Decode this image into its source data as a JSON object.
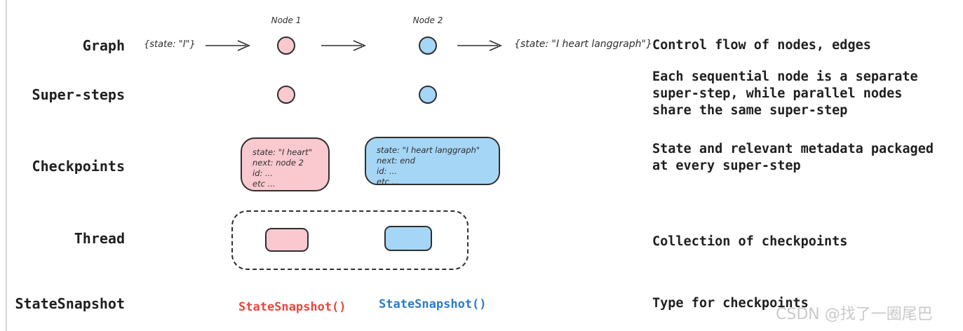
{
  "graph_row": {
    "label": "Graph",
    "input_state": "{state: \"I\"}",
    "node1_label": "Node 1",
    "node2_label": "Node 2",
    "output_state": "{state: \"I heart langgraph\"}",
    "description": "Control flow of nodes, edges"
  },
  "supersteps_row": {
    "label": "Super-steps",
    "description_lines": [
      "Each sequential node is a separate",
      "super-step, while parallel nodes",
      "share the same super-step"
    ]
  },
  "checkpoints_row": {
    "label": "Checkpoints",
    "pink_box_lines": [
      "state: \"I heart\"",
      "next: node 2",
      "id: ...",
      "etc ..."
    ],
    "blue_box_lines": [
      "state: \"I heart langgraph\"",
      "next: end",
      "id: ...",
      "etc ..."
    ],
    "description_lines": [
      "State and relevant metadata packaged",
      "at every super-step"
    ]
  },
  "thread_row": {
    "label": "Thread",
    "description": "Collection of checkpoints"
  },
  "statesnapshot_row": {
    "label": "StateSnapshot",
    "pink_code": "StateSnapshot()",
    "blue_code": "StateSnapshot()",
    "description": "Type for checkpoints"
  },
  "watermark": "CSDN @找了一圈尾巴",
  "colors": {
    "node_pink": "#f9c9cf",
    "node_blue": "#a5d6f6",
    "stroke": "#2f2f2f",
    "code_red": "#e8473f",
    "code_blue": "#2b7cc8",
    "watermark_gray": "#c9c9c9"
  }
}
